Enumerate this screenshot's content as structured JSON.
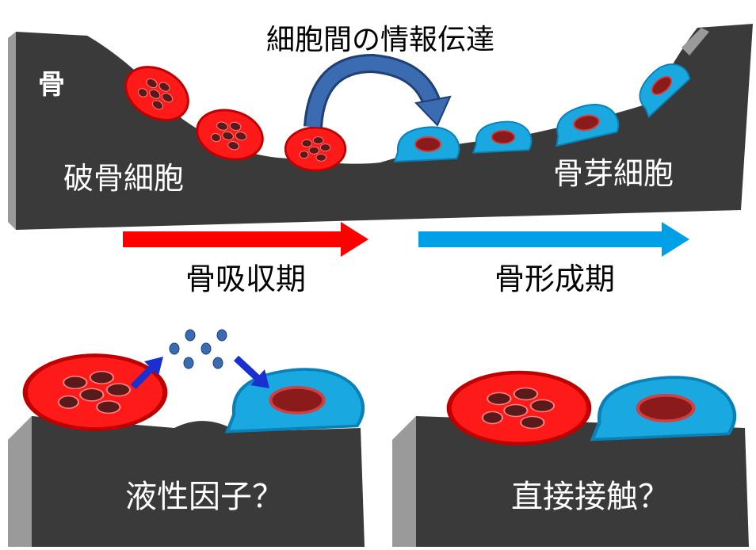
{
  "title": "細胞間の情報伝達",
  "top_panel": {
    "bone_label": "骨",
    "osteoclast_label": "破骨細胞",
    "osteoblast_label": "骨芽細胞"
  },
  "phases": {
    "resorption": "骨吸収期",
    "formation": "骨形成期"
  },
  "bottom_left": {
    "label": "液性因子？"
  },
  "bottom_right": {
    "label": "直接接触？"
  },
  "colors": {
    "osteoclast": "#ff1a1a",
    "osteoblast": "#1aa8e0",
    "bone": "#3a3a3a",
    "resorption_arrow": "#ff0000",
    "formation_arrow": "#00a0e8",
    "signal_arrow": "#1a2fd0"
  }
}
